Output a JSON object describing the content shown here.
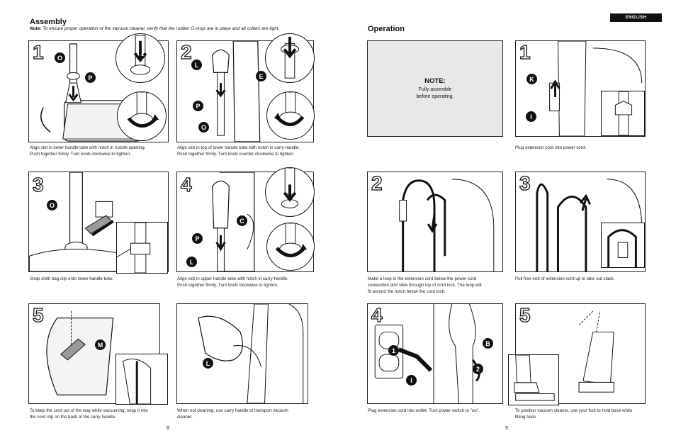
{
  "assembly": {
    "title": "Assembly",
    "note_label": "Note:",
    "note_text": "To ensure proper operation of the vacuum cleaner, verify that the rubber O-rings are in place and all collars are tight."
  },
  "operation": {
    "title": "Operation",
    "note_title": "NOTE:",
    "note_line1": "Fully assemble",
    "note_line2": "before operating."
  },
  "language": "ENGLISH",
  "page_left": "8",
  "page_right": "9",
  "assembly_steps": [
    {
      "num": "1",
      "caption1": "Align slot in lower handle tube with notch in nozzle opening.",
      "caption2": "Push together firmly. Turn knob clockwise to tighten."
    },
    {
      "num": "2",
      "caption1": "Align slot in top of lower handle tube with notch in carry handle.",
      "caption2": "Push together firmly. Turn knob counter-clockwise to tighten."
    },
    {
      "num": "3",
      "caption1": "Snap cloth bag clip onto lower handle tube.",
      "caption2": ""
    },
    {
      "num": "4",
      "caption1": "Align slot in upper handle tube with notch in carry handle.",
      "caption2": "Push together firmly. Turn knob clockwise to tighten."
    },
    {
      "num": "5",
      "caption1": "To keep the cord out of the way while vacuuming, snap it into",
      "caption2": "the cord clip on the back of the carry handle."
    },
    {
      "num": "",
      "caption1": "When not cleaning, use carry handle to transport vacuum",
      "caption2": "cleaner."
    }
  ],
  "operation_steps": [
    {
      "num": "1",
      "caption1": "Plug extension cord into power cord.",
      "caption2": "",
      "caption3": ""
    },
    {
      "num": "2",
      "caption1": "Make a loop in the extension cord below the power cord",
      "caption2": "connection and slide through top of cord lock. The loop will",
      "caption3": "fit around the notch below the cord lock."
    },
    {
      "num": "3",
      "caption1": "Pull free end of extension cord up to take out slack.",
      "caption2": "",
      "caption3": ""
    },
    {
      "num": "4",
      "caption1": "Plug extension cord into outlet. Turn power switch to \"on\".",
      "caption2": "",
      "caption3": ""
    },
    {
      "num": "5",
      "caption1": "To position vacuum cleaner, use your foot to hold base while",
      "caption2": "tilting back.",
      "caption3": ""
    }
  ],
  "callouts": {
    "o": "O",
    "p": "P",
    "l": "L",
    "e": "E",
    "c": "C",
    "m": "M",
    "k": "K",
    "i": "I",
    "b": "B",
    "one": "1",
    "two": "2"
  },
  "colors": {
    "ink": "#111111",
    "panel_gray": "#e8e8e8",
    "arrow_gray": "#9a9a9a"
  }
}
